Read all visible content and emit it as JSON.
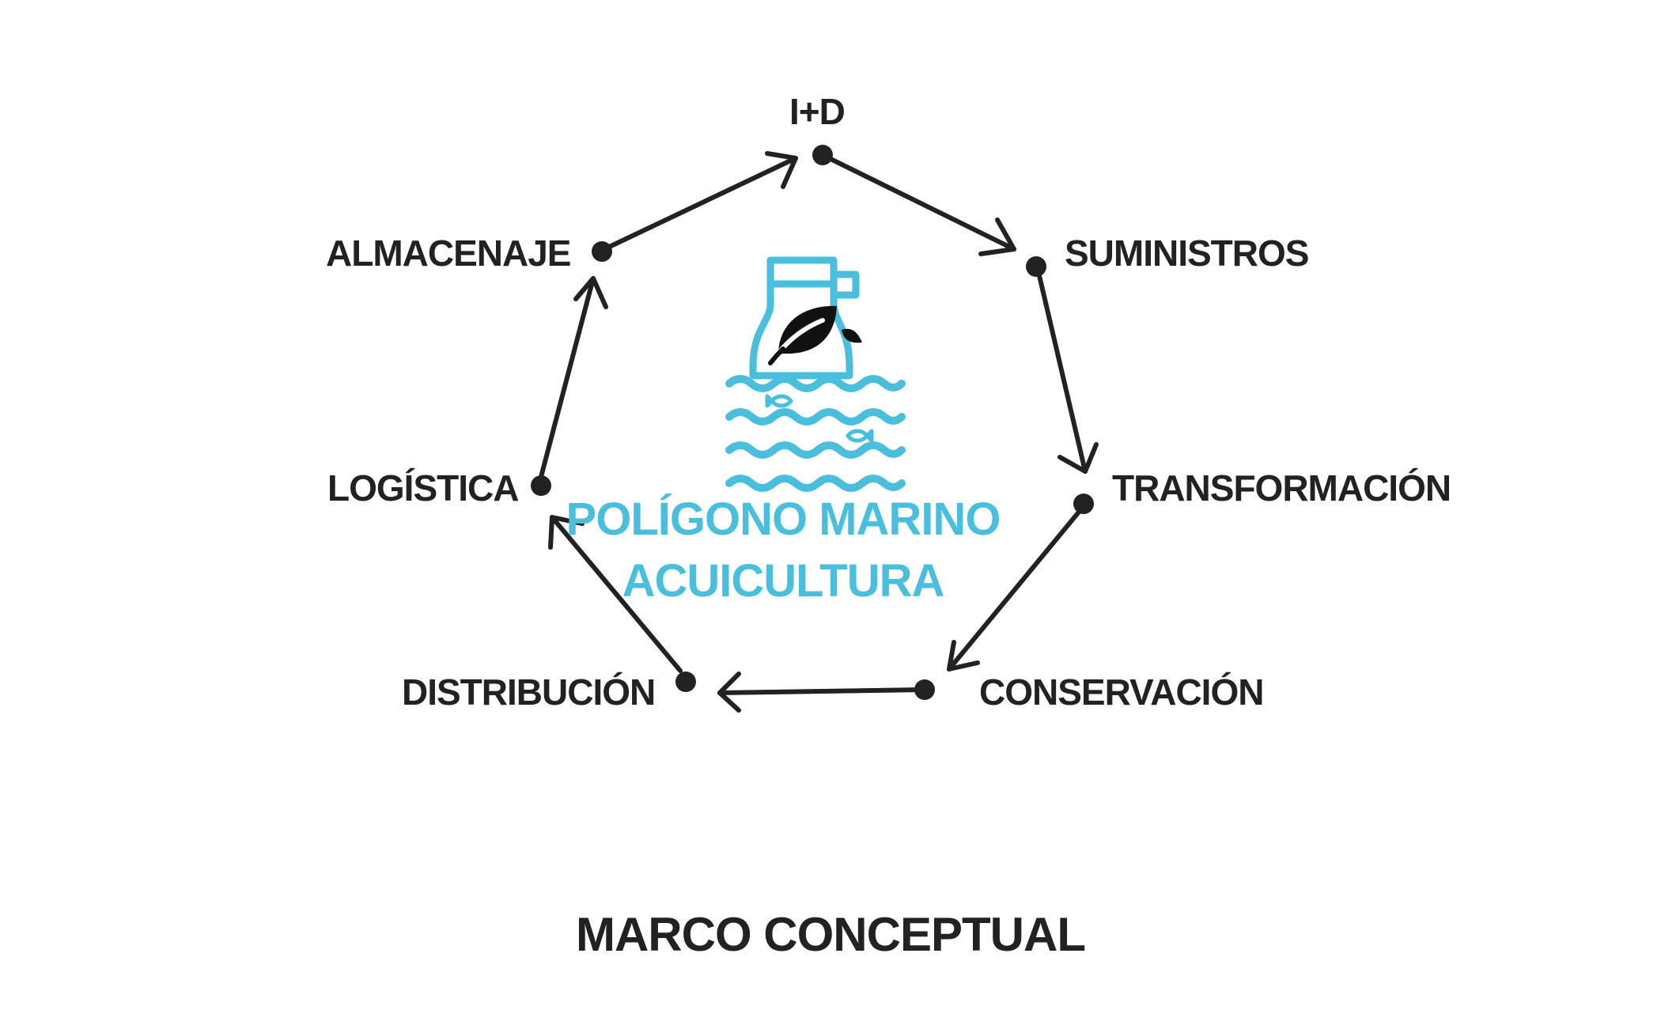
{
  "diagram": {
    "center_title_line1": "POLÍGONO MARINO",
    "center_title_line2": "ACUICULTURA",
    "footer": "MARCO CONCEPTUAL",
    "nodes": [
      {
        "label": "I+D"
      },
      {
        "label": "SUMINISTROS"
      },
      {
        "label": "TRANSFORMACIÓN"
      },
      {
        "label": "CONSERVACIÓN"
      },
      {
        "label": "DISTRIBUCIÓN"
      },
      {
        "label": "LOGÍSTICA"
      },
      {
        "label": "ALMACENAJE"
      }
    ],
    "colors": {
      "accent": "#4ABFDD",
      "ink": "#222222"
    },
    "icons": [
      "aquaculture-platform-icon",
      "leaf-icon",
      "fish-icon",
      "wave-icon"
    ]
  }
}
